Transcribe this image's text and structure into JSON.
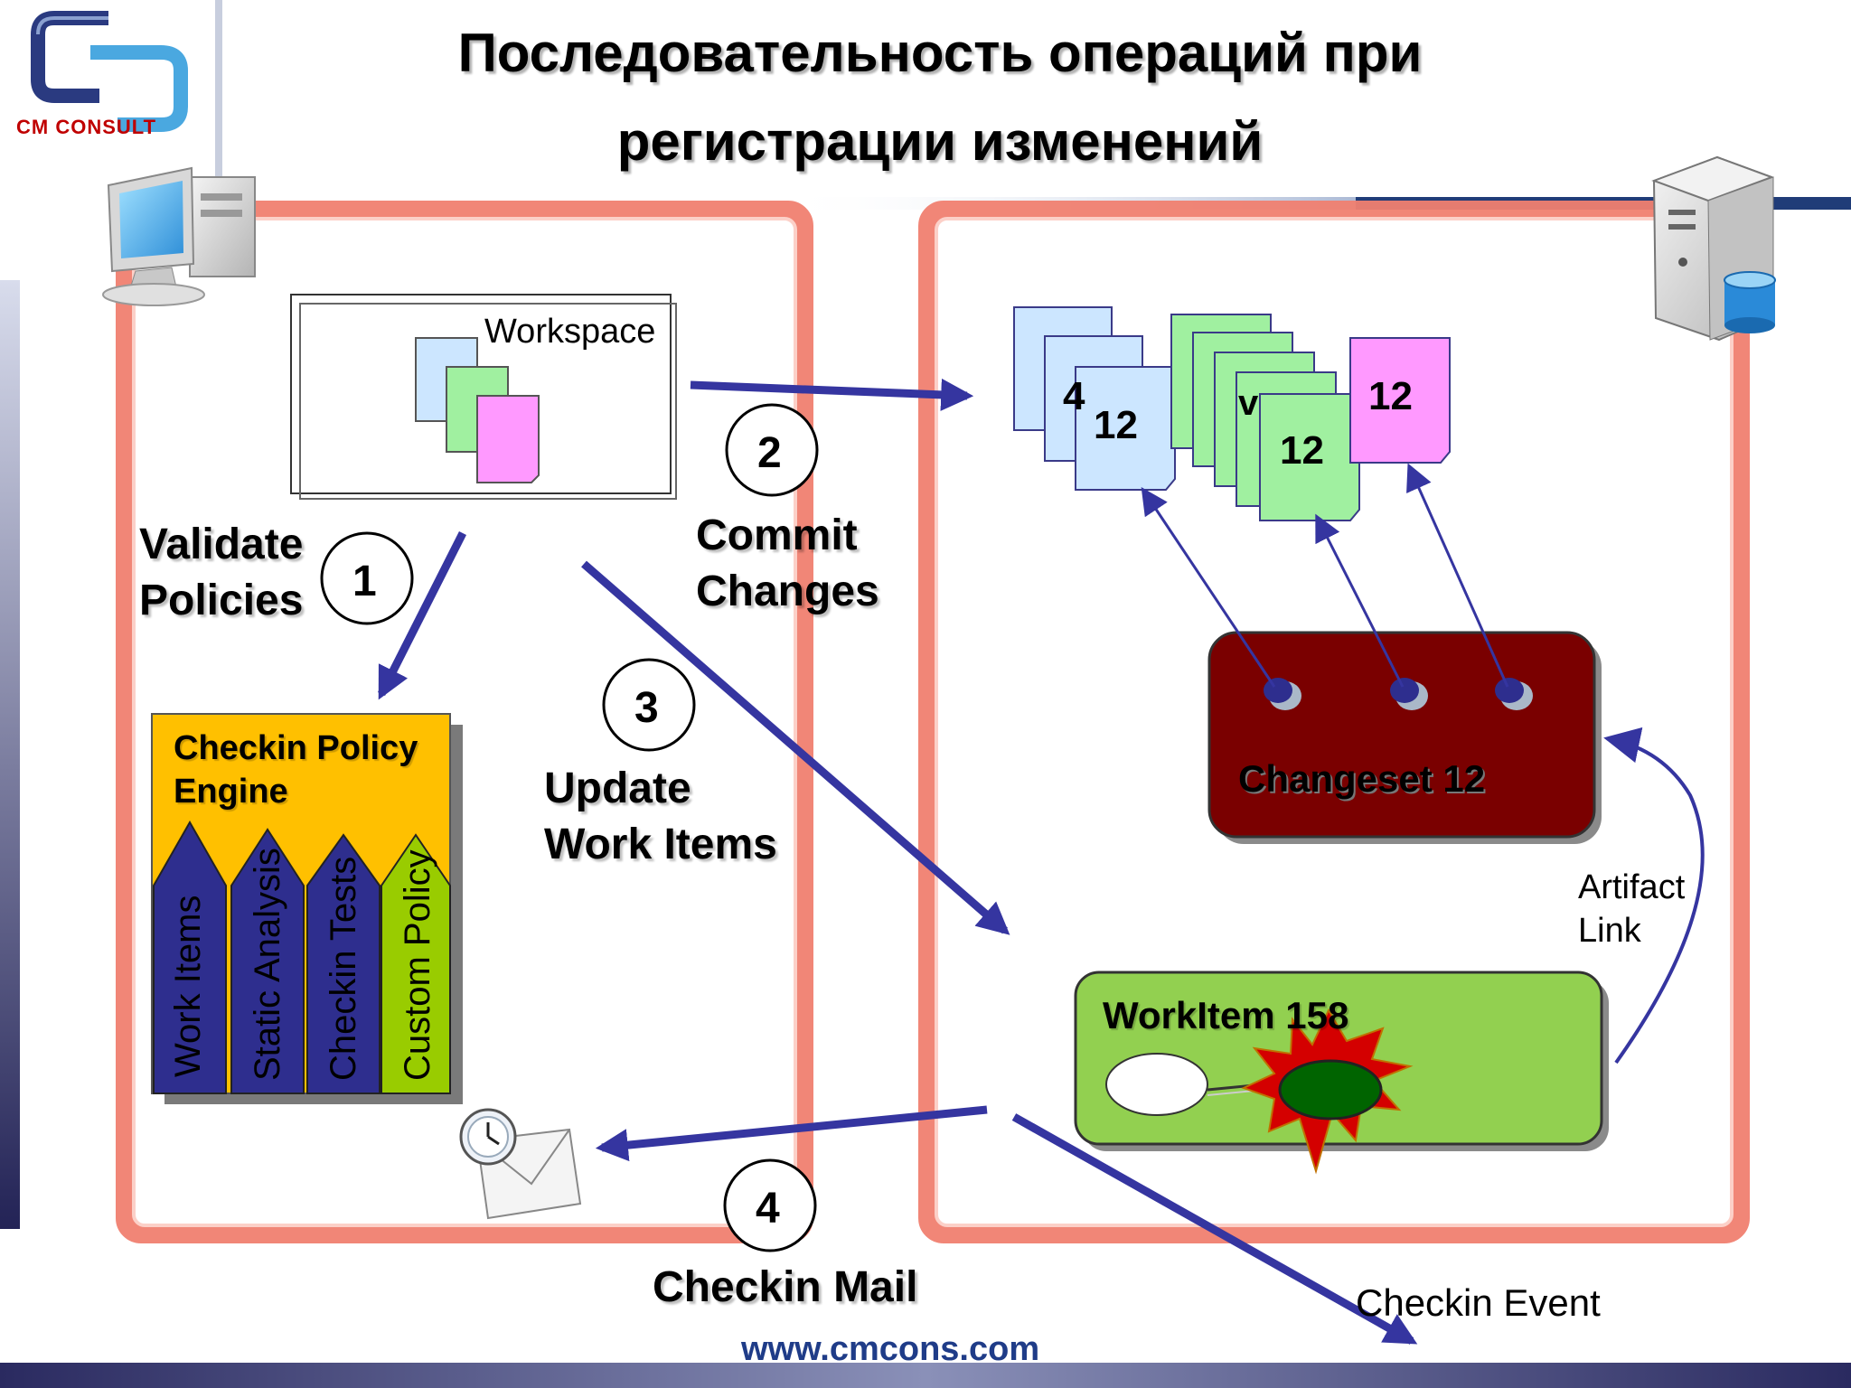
{
  "logo": {
    "text": "CM CONSULT",
    "brand_color": "#c00000"
  },
  "title": {
    "line1": "Последовательность операций при",
    "line2": "регистрации изменений"
  },
  "client": {
    "workspace_label": "Workspace",
    "validate_label_line1": "Validate",
    "validate_label_line2": "Policies",
    "policy_engine": {
      "title_line1": "Checkin Policy",
      "title_line2": "Engine",
      "policies": [
        "Work Items",
        "Static Analysis",
        "Checkin Tests",
        "Custom Policy"
      ]
    }
  },
  "steps": [
    {
      "number": "1"
    },
    {
      "number": "2",
      "label_line1": "Commit",
      "label_line2": "Changes"
    },
    {
      "number": "3",
      "label_line1": "Update",
      "label_line2": "Work Items"
    },
    {
      "number": "4",
      "label": "Checkin Mail"
    }
  ],
  "server": {
    "file_versions": {
      "blue_front": "12",
      "blue_back_partial": "4",
      "green_front": "12",
      "green_back_partial": "v",
      "pink": "12"
    },
    "changeset_label": "Changeset 12",
    "artifact_link_line1": "Artifact",
    "artifact_link_line2": "Link",
    "workitem_label": "WorkItem 158",
    "checkin_event_label": "Checkin Event"
  },
  "footer": {
    "url": "www.cmcons.com"
  },
  "colors": {
    "frame": "#f08070",
    "arrow": "#3535a0",
    "engine_bg": "#ffc000",
    "policy_blue": "#2e2e8e",
    "policy_green": "#99cc00",
    "changeset_bg": "#7a0000",
    "workitem_bg": "#92d050",
    "doc_blue": "#cce6ff",
    "doc_green": "#a0f0a0",
    "doc_pink": "#ff99ff",
    "url_color": "#1f3c88"
  }
}
